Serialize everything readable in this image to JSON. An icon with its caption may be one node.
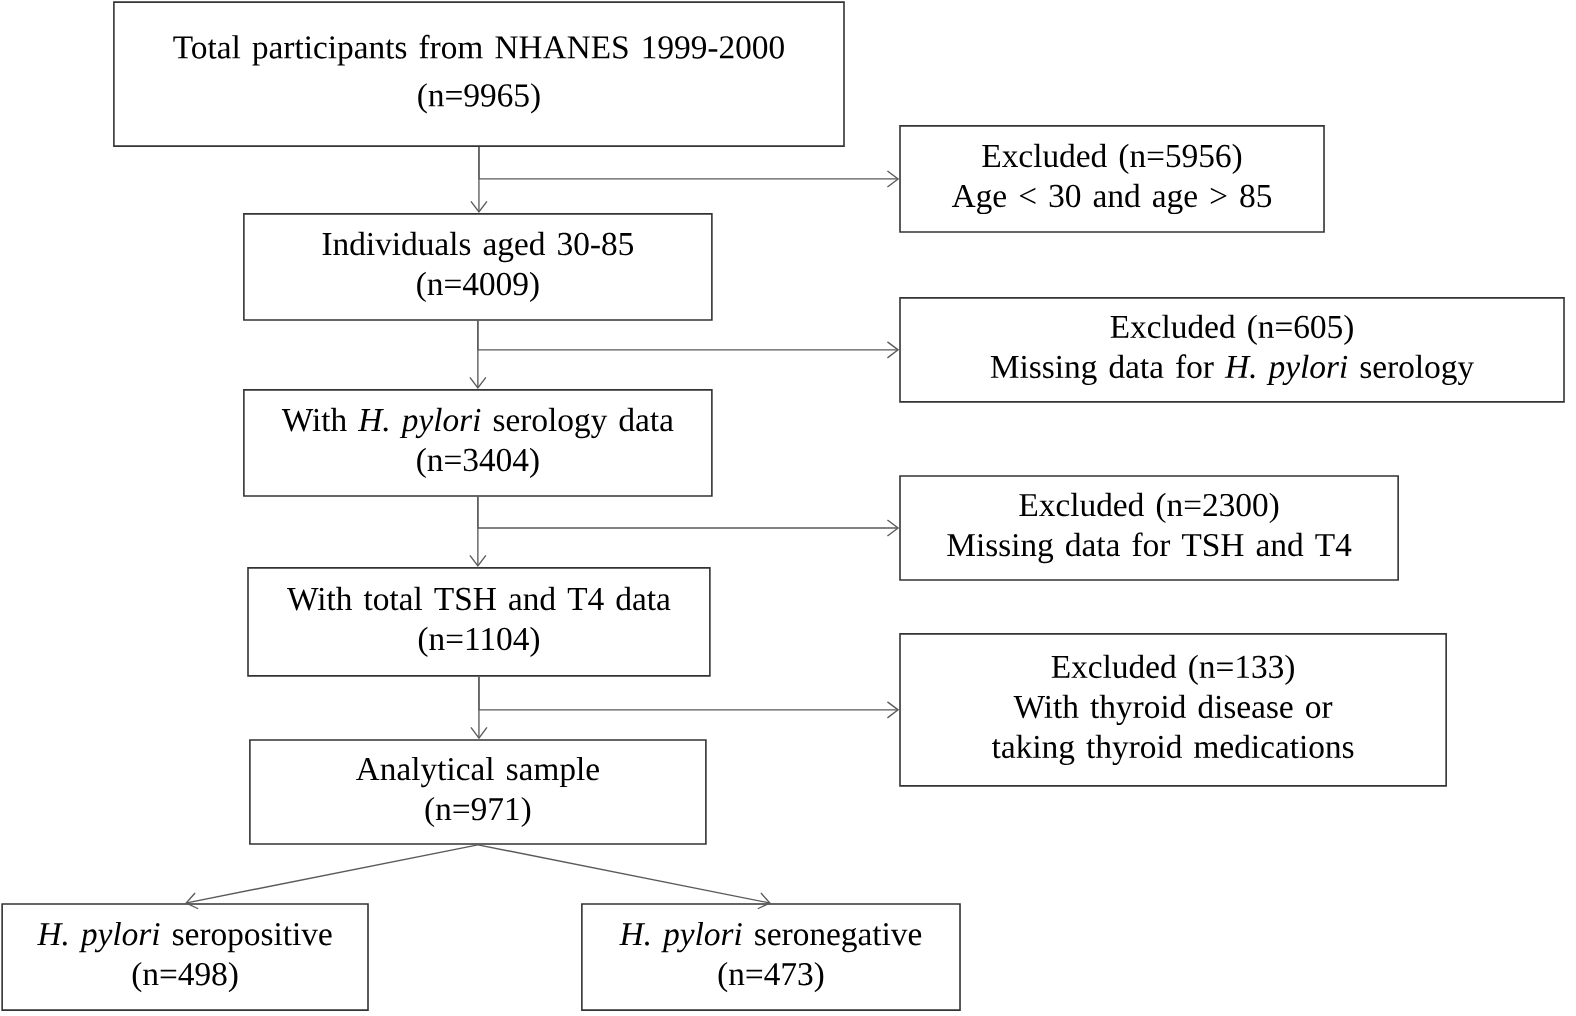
{
  "diagram": {
    "nodes": [
      {
        "text": [
          "Total participants from NHANES 1999-2000",
          "(n=9965)"
        ]
      },
      {
        "text": [
          "Excluded (n=5956)",
          "Age < 30 and age > 85"
        ]
      },
      {
        "text": [
          "Individuals aged 30-85",
          "(n=4009)"
        ]
      },
      {
        "text": [
          "Excluded (n=605)",
          "Missing data for *H. pylori* serology"
        ]
      },
      {
        "text": [
          "With *H. pylori* serology data",
          "(n=3404)"
        ]
      },
      {
        "text": [
          "Excluded (n=2300)",
          "Missing data for TSH and T4"
        ]
      },
      {
        "text": [
          "With total TSH and T4 data",
          "(n=1104)"
        ]
      },
      {
        "text": [
          "Excluded (n=133)",
          "With thyroid disease or taking thyroid medications"
        ]
      },
      {
        "text": [
          "Analytical sample",
          "(n=971)"
        ]
      },
      {
        "text": [
          "*H. pylori* seropositive",
          "(n=498)"
        ]
      },
      {
        "text": [
          "*H. pylori* seronegative",
          "(n=473)"
        ]
      }
    ],
    "edges": [
      {
        "from": 0,
        "to": 2,
        "arrow": "to"
      },
      {
        "from": 0,
        "to": 1,
        "arrow": "to"
      },
      {
        "from": 2,
        "to": 4,
        "arrow": "to"
      },
      {
        "from": 2,
        "to": 3,
        "arrow": "to"
      },
      {
        "from": 4,
        "to": 6,
        "arrow": "to"
      },
      {
        "from": 4,
        "to": 5,
        "arrow": "to"
      },
      {
        "from": 6,
        "to": 8,
        "arrow": "to"
      },
      {
        "from": 6,
        "to": 7,
        "arrow": "to"
      },
      {
        "from": 8,
        "to": 9,
        "arrow": "to"
      },
      {
        "from": 8,
        "to": 10,
        "arrow": "to"
      }
    ]
  }
}
